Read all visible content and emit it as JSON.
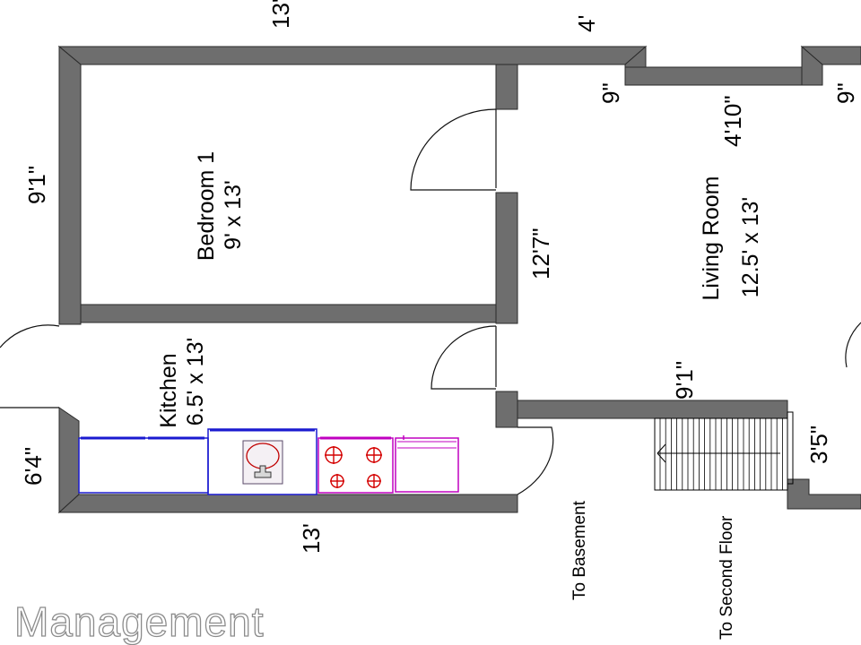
{
  "dimensions": {
    "top_width": "13'",
    "top_right": "4'",
    "notch_left": "9\"",
    "notch_right": "9\"",
    "notch_depth": "4'10\"",
    "bedroom_height": "9'1\"",
    "hall_length": "12'7\"",
    "kitchen_height": "6'4\"",
    "kitchen_width": "13'",
    "stair_wall": "9'1\"",
    "stair_width": "3'5\""
  },
  "rooms": {
    "bedroom": {
      "name": "Bedroom 1",
      "size": "9' x 13'"
    },
    "living": {
      "name": "Living Room",
      "size": "12.5' x 13'"
    },
    "kitchen": {
      "name": "Kitchen",
      "size": "6.5' x 13'"
    }
  },
  "labels": {
    "basement": "To Basement",
    "second_floor": "To Second Floor"
  },
  "watermark": "Management",
  "colors": {
    "wall": "#6e6e6e",
    "cabinet": "#1a1ad0",
    "stove": "#d40000",
    "stove_outline": "#c000c0",
    "fridge": "#c000c0",
    "sink_basin": "#c00000"
  }
}
